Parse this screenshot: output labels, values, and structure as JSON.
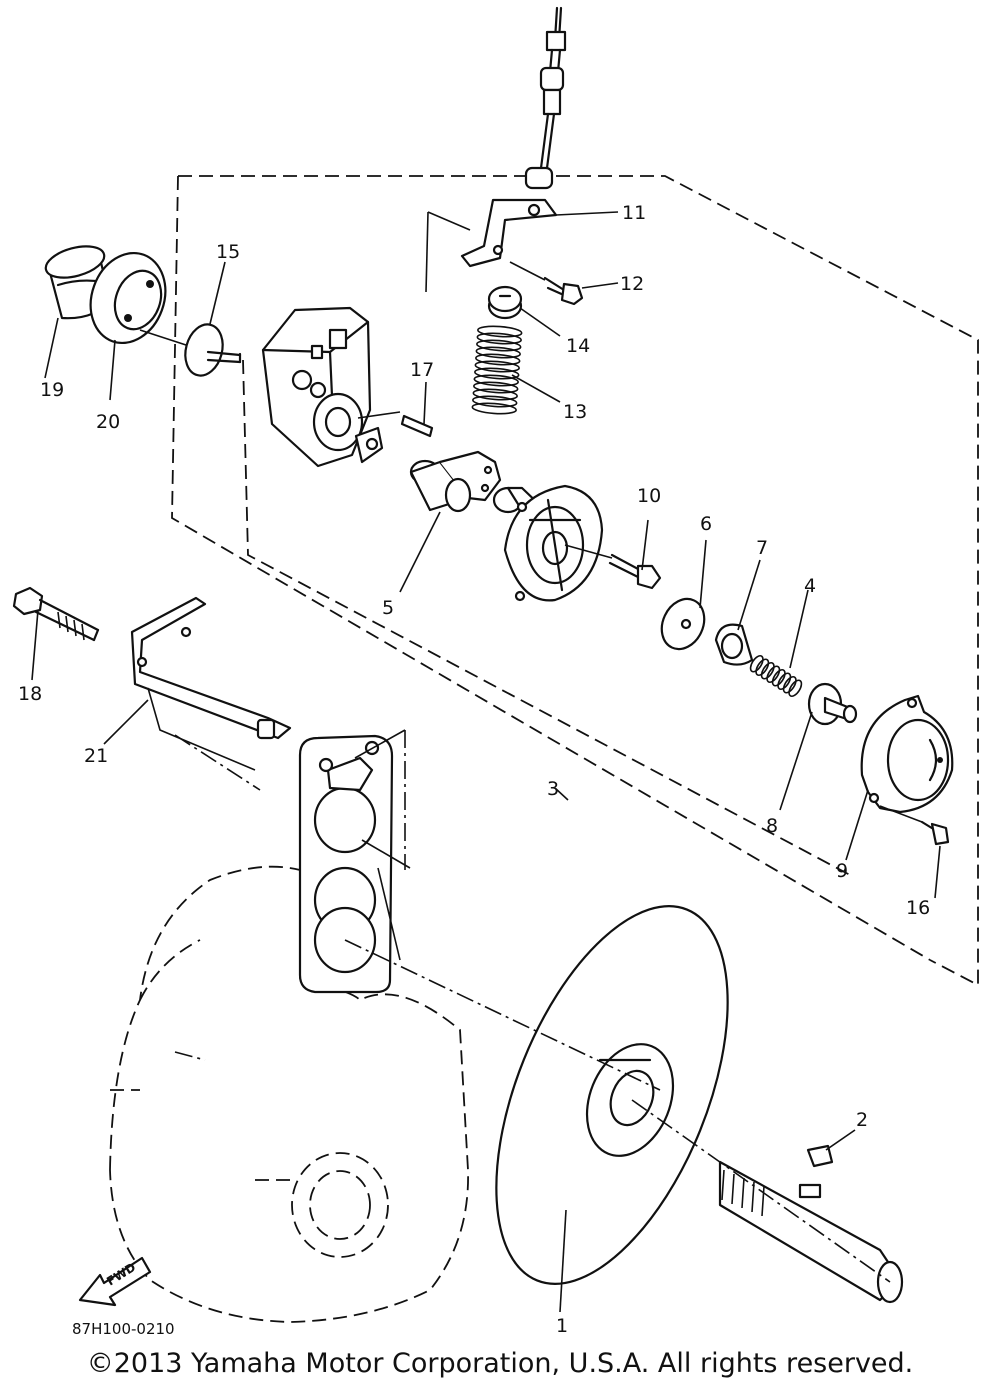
{
  "labels": {
    "p1": "1",
    "p2": "2",
    "p3": "3",
    "p4": "4",
    "p5": "5",
    "p6": "6",
    "p7": "7",
    "p8": "8",
    "p9": "9",
    "p10": "10",
    "p11": "11",
    "p12": "12",
    "p13": "13",
    "p14": "14",
    "p15": "15",
    "p16": "16",
    "p17": "17",
    "p18": "18",
    "p19": "19",
    "p20": "20",
    "p21": "21"
  },
  "fwd": "FWD",
  "drawing_code": "87H100-0210",
  "copyright": "©2013 Yamaha Motor Corporation, U.S.A. All rights reserved."
}
